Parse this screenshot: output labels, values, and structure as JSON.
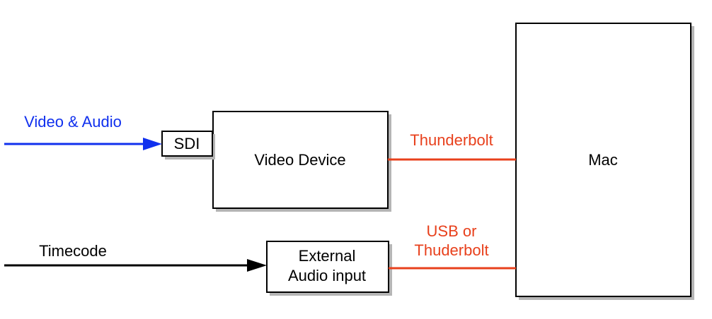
{
  "colors": {
    "video_signal": "#1030ee",
    "connection": "#e8401c",
    "timecode_signal": "#000000"
  },
  "nodes": {
    "sdi": {
      "label": "SDI"
    },
    "video_device": {
      "label": "Video Device"
    },
    "mac": {
      "label": "Mac"
    },
    "external_audio": {
      "label_line1": "External",
      "label_line2": "Audio input"
    }
  },
  "edges": {
    "video_audio_input": {
      "label": "Video & Audio"
    },
    "timecode_input": {
      "label": "Timecode"
    },
    "video_to_mac": {
      "label": "Thunderbolt"
    },
    "audio_to_mac": {
      "label_line1": "USB or",
      "label_line2": "Thuderbolt"
    }
  }
}
